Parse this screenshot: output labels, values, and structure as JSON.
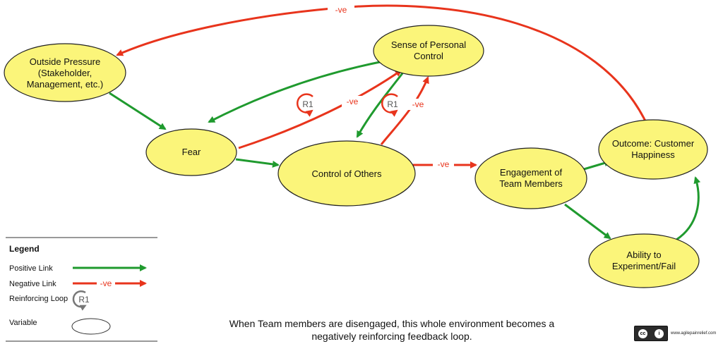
{
  "nodes": {
    "outside_pressure": [
      "Outside Pressure",
      "(Stakeholder,",
      "Management, etc.)"
    ],
    "sense_of_control": [
      "Sense of Personal",
      "Control"
    ],
    "fear": [
      "Fear"
    ],
    "control_of_others": [
      "Control of Others"
    ],
    "engagement": [
      "Engagement of",
      "Team Members"
    ],
    "outcome": [
      "Outcome: Customer",
      "Happiness"
    ],
    "experiment": [
      "Ability to",
      "Experiment/Fail"
    ]
  },
  "links": {
    "negative_label": "-ve",
    "loop_label": "R1"
  },
  "legend": {
    "title": "Legend",
    "positive": "Positive Link",
    "negative": "Negative Link",
    "negative_tag": "-ve",
    "loop": "Reinforcing Loop",
    "loop_tag": "R1",
    "variable": "Variable"
  },
  "caption": {
    "line1": "When Team members are disengaged, this whole environment becomes a",
    "line2": "negatively reinforcing feedback loop."
  },
  "license": {
    "cc": "cc",
    "by": "i",
    "site": "www.agilepainrelief.com"
  },
  "colors": {
    "node_fill": "#fbf57a",
    "node_stroke": "#222222",
    "positive": "#1f9a2e",
    "negative": "#e8341c",
    "loop_gray": "#777777"
  }
}
